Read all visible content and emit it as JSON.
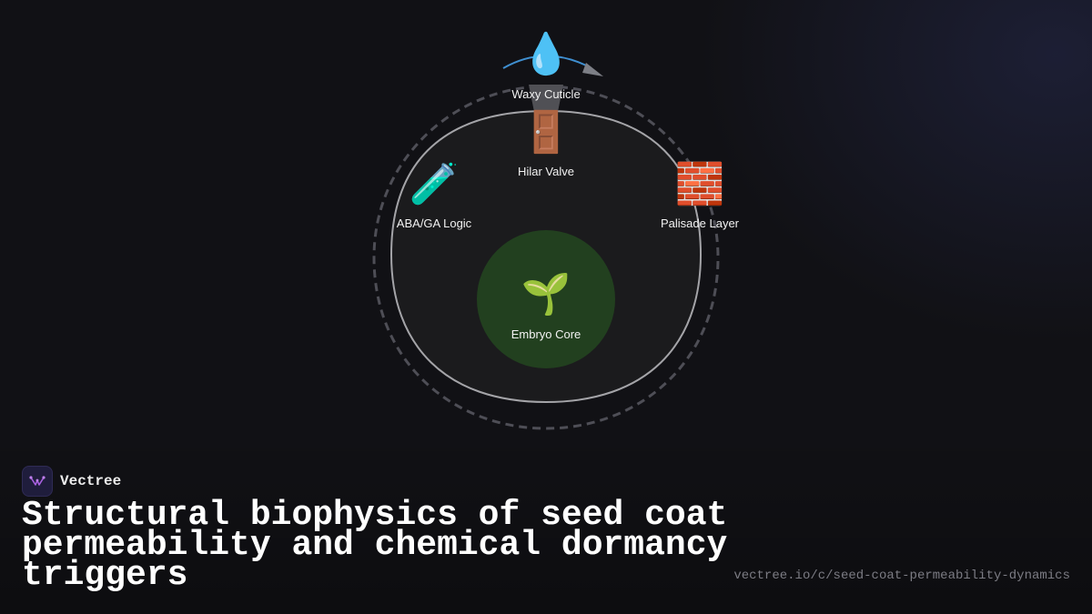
{
  "diagram": {
    "nodes": [
      {
        "id": "waxy",
        "icon": "droplet-icon",
        "glyph": "💧",
        "label": "Waxy Cuticle"
      },
      {
        "id": "hilar",
        "icon": "door-icon",
        "glyph": "🚪",
        "label": "Hilar Valve"
      },
      {
        "id": "aba",
        "icon": "test-tube-icon",
        "glyph": "🧪",
        "label": "ABA/GA Logic"
      },
      {
        "id": "palisade",
        "icon": "brick-wall-icon",
        "glyph": "🧱",
        "label": "Palisade Layer"
      },
      {
        "id": "embryo",
        "icon": "seedling-icon",
        "glyph": "🌱",
        "label": "Embryo Core"
      }
    ],
    "colors": {
      "coat_fill": "#1b1b1d",
      "coat_stroke": "#a4a4a8",
      "outer_dash": "#4e4e56",
      "embryo_fill": "#22401f",
      "arrow": "#3f8fd0",
      "valve": "#505055"
    }
  },
  "brand": {
    "name": "Vectree",
    "icon": "vectree-logo-icon"
  },
  "title": "Structural biophysics of seed coat permeability and chemical dormancy triggers",
  "url": "vectree.io/c/seed-coat-permeability-dynamics"
}
